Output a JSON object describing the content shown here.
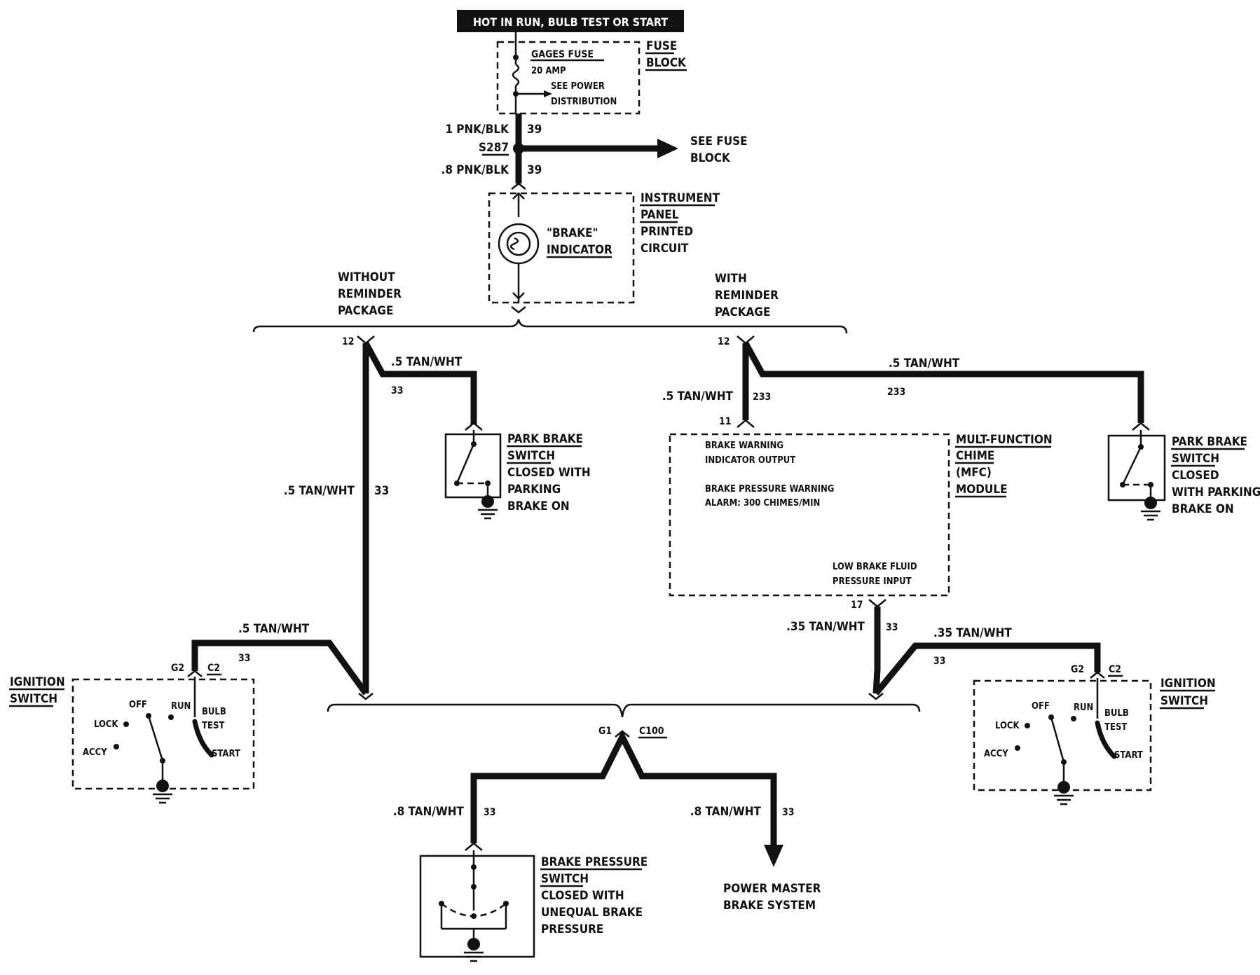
{
  "header_banner": "HOT IN RUN, BULB TEST OR START",
  "fuse_block": {
    "label_line1": "FUSE",
    "label_line2": "BLOCK",
    "fuse_name": "GAGES FUSE",
    "fuse_rating": "20 AMP",
    "note_line1": "SEE POWER",
    "note_line2": "DISTRIBUTION"
  },
  "splice": {
    "upper_wire": "1 PNK/BLK",
    "upper_circuit": "39",
    "name": "S287",
    "lower_wire": ".8 PNK/BLK",
    "lower_circuit": "39",
    "see_line1": "SEE FUSE",
    "see_line2": "BLOCK"
  },
  "instrument_panel": {
    "label_line1": "INSTRUMENT",
    "label_line2": "PANEL",
    "label_line3": "PRINTED",
    "label_line4": "CIRCUIT",
    "indicator_line1": "\"BRAKE\"",
    "indicator_line2": "INDICATOR"
  },
  "without_pkg": {
    "line1": "WITHOUT",
    "line2": "REMINDER",
    "line3": "PACKAGE",
    "pin": "12",
    "branch_wire": ".5 TAN/WHT",
    "branch_circuit": "33",
    "vert_wire": ".5 TAN/WHT",
    "vert_circuit": "33"
  },
  "with_pkg": {
    "line1": "WITH",
    "line2": "REMINDER",
    "line3": "PACKAGE",
    "pin": "12",
    "left_wire": ".5 TAN/WHT",
    "left_circuit": "233",
    "right_wire": ".5 TAN/WHT",
    "right_circuit": "233"
  },
  "park_switch_left": {
    "line1": "PARK BRAKE",
    "line2": "SWITCH",
    "line3": "CLOSED WITH",
    "line4": "PARKING",
    "line5": "BRAKE ON"
  },
  "park_switch_right": {
    "line1": "PARK BRAKE",
    "line2": "SWITCH",
    "line3": "CLOSED",
    "line4": "WITH PARKING",
    "line5": "BRAKE ON"
  },
  "mfc": {
    "pin_in": "11",
    "pin_out": "17",
    "label_line1": "MULT-FUNCTION",
    "label_line2": "CHIME",
    "label_line3": "(MFC)",
    "label_line4": "MODULE",
    "text1": "BRAKE WARNING",
    "text2": "INDICATOR OUTPUT",
    "text3": "BRAKE PRESSURE WARNING",
    "text4": "ALARM: 300 CHIMES/MIN",
    "text5": "LOW BRAKE FLUID",
    "text6": "PRESSURE INPUT",
    "out_wire": ".35 TAN/WHT",
    "out_circuit": "33"
  },
  "ign_left": {
    "label_line1": "IGNITION",
    "label_line2": "SWITCH",
    "wire": ".5 TAN/WHT",
    "circuit": "33",
    "pin": "G2",
    "conn": "C2",
    "off": "OFF",
    "run": "RUN",
    "lock": "LOCK",
    "accy": "ACCY",
    "bulb": "BULB",
    "test": "TEST",
    "start": "START"
  },
  "ign_right": {
    "label_line1": "IGNITION",
    "label_line2": "SWITCH",
    "wire": ".35 TAN/WHT",
    "circuit": "33",
    "pin": "G2",
    "conn": "C2",
    "off": "OFF",
    "run": "RUN",
    "lock": "LOCK",
    "accy": "ACCY",
    "bulb": "BULB",
    "test": "TEST",
    "start": "START"
  },
  "c100": {
    "pin": "G1",
    "conn": "C100",
    "left_wire": ".8 TAN/WHT",
    "left_circuit": "33",
    "right_wire": ".8 TAN/WHT",
    "right_circuit": "33"
  },
  "brake_pressure_switch": {
    "line1": "BRAKE PRESSURE",
    "line2": "SWITCH",
    "line3": "CLOSED WITH",
    "line4": "UNEQUAL BRAKE",
    "line5": "PRESSURE"
  },
  "power_master": {
    "line1": "POWER MASTER",
    "line2": "BRAKE SYSTEM"
  }
}
